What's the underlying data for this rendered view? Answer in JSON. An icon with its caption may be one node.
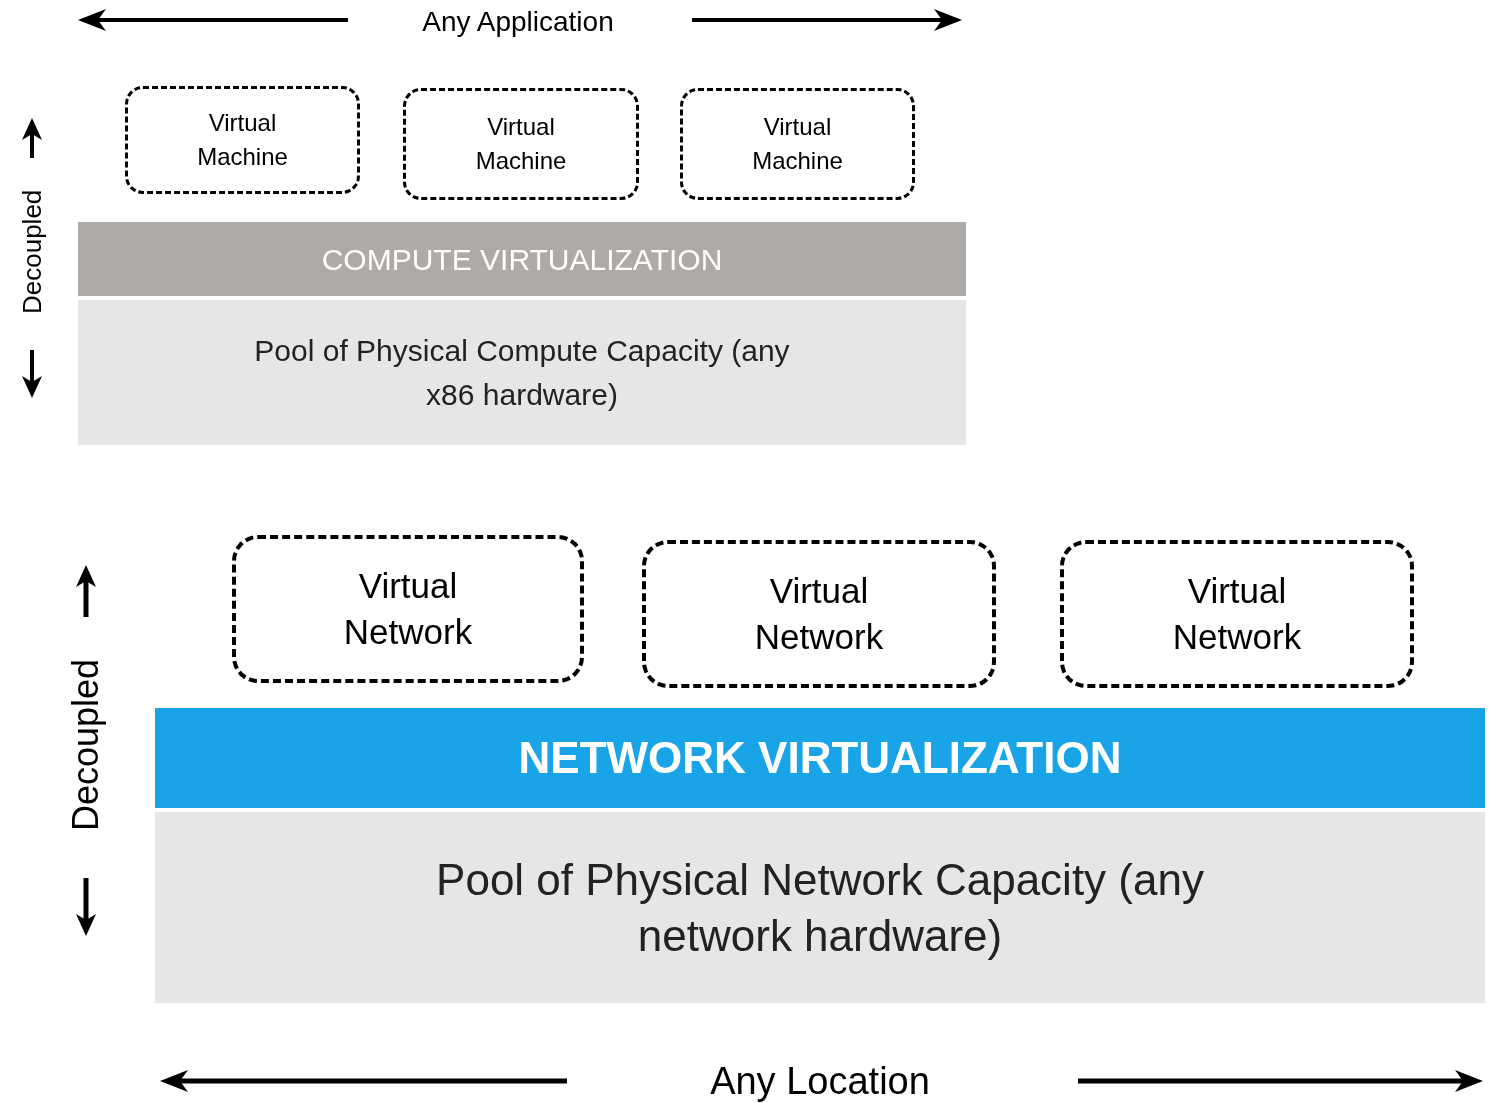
{
  "diagram": {
    "nodes": [
      {
        "text": [
          "Virtual Machine"
        ]
      },
      {
        "text": [
          "Virtual Machine"
        ]
      },
      {
        "text": [
          "Virtual Machine"
        ]
      },
      {
        "text": [
          "COMPUTE VIRTUALIZATION"
        ]
      },
      {
        "text": [
          "Pool of Physical Compute Capacity (any x86 hardware)"
        ]
      },
      {
        "text": [
          "Virtual Network"
        ]
      },
      {
        "text": [
          "Virtual Network"
        ]
      },
      {
        "text": [
          "Virtual Network"
        ]
      },
      {
        "text": [
          "NETWORK VIRTUALIZATION"
        ]
      },
      {
        "text": [
          "Pool of Physical Network Capacity (any network hardware)"
        ]
      }
    ],
    "labels": [
      "Any Application",
      "Decoupled",
      "Decoupled",
      "Any Location"
    ]
  }
}
